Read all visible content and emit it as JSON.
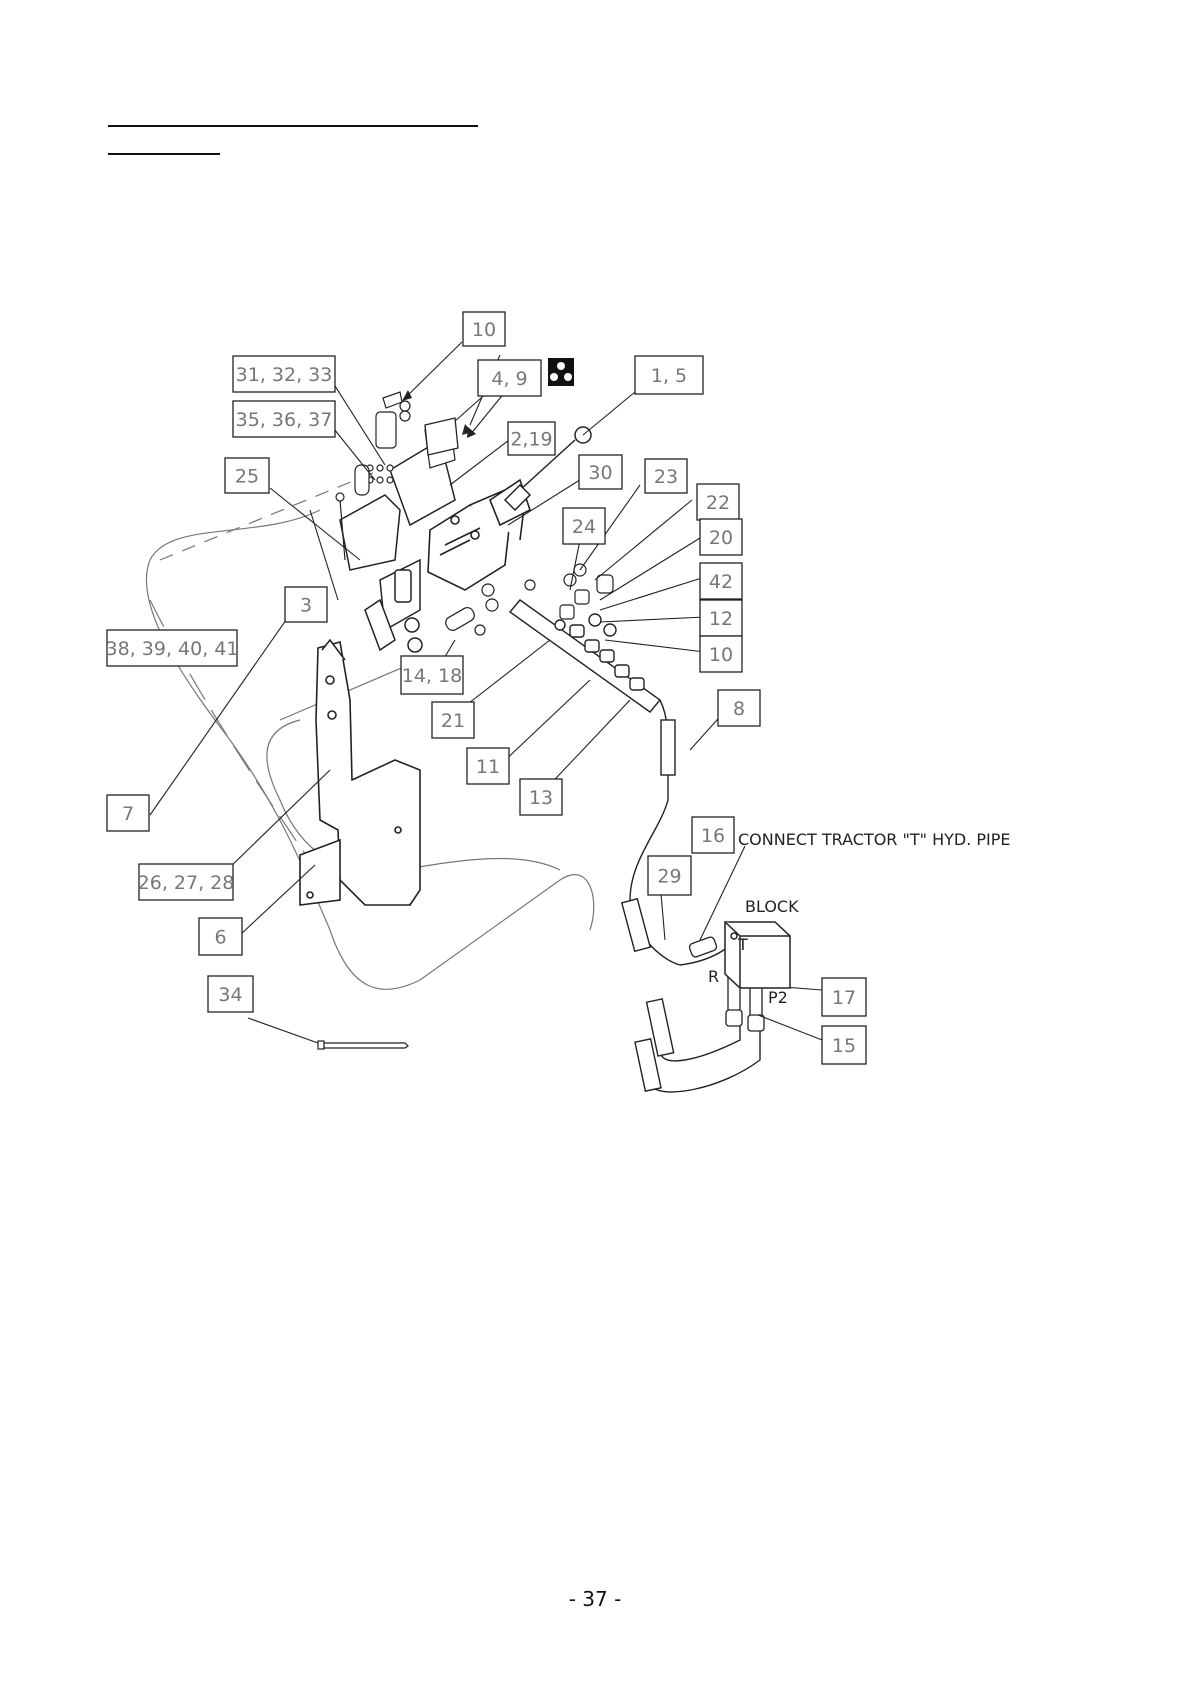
{
  "page": {
    "number": "- 37 -"
  },
  "callouts": [
    {
      "id": "c-10-top",
      "label": "10"
    },
    {
      "id": "c-31",
      "label": "31, 32, 33"
    },
    {
      "id": "c-35",
      "label": "35, 36, 37"
    },
    {
      "id": "c-4",
      "label": "4, 9"
    },
    {
      "id": "c-1",
      "label": "1, 5"
    },
    {
      "id": "c-2",
      "label": "2,19"
    },
    {
      "id": "c-30",
      "label": "30"
    },
    {
      "id": "c-25",
      "label": "25"
    },
    {
      "id": "c-23",
      "label": "23"
    },
    {
      "id": "c-22",
      "label": "22"
    },
    {
      "id": "c-24",
      "label": "24"
    },
    {
      "id": "c-20",
      "label": "20"
    },
    {
      "id": "c-42",
      "label": "42"
    },
    {
      "id": "c-12",
      "label": "12"
    },
    {
      "id": "c-10-mid",
      "label": "10"
    },
    {
      "id": "c-3",
      "label": "3"
    },
    {
      "id": "c-38",
      "label": "38, 39, 40, 41"
    },
    {
      "id": "c-14",
      "label": "14, 18"
    },
    {
      "id": "c-21",
      "label": "21"
    },
    {
      "id": "c-8",
      "label": "8"
    },
    {
      "id": "c-11",
      "label": "11"
    },
    {
      "id": "c-13",
      "label": "13"
    },
    {
      "id": "c-7",
      "label": "7"
    },
    {
      "id": "c-16",
      "label": "16"
    },
    {
      "id": "c-29",
      "label": "29"
    },
    {
      "id": "c-26",
      "label": "26, 27, 28"
    },
    {
      "id": "c-6",
      "label": "6"
    },
    {
      "id": "c-17",
      "label": "17"
    },
    {
      "id": "c-34",
      "label": "34"
    },
    {
      "id": "c-15",
      "label": "15"
    }
  ],
  "annotations": {
    "connect_note": "CONNECT TRACTOR \"T\" HYD. PIPE",
    "block_label": "BLOCK",
    "port_t": "T",
    "port_r": "R",
    "port_p2": "P2"
  },
  "icons": {
    "warning_symbol": "hydraulic-symbol-icon"
  }
}
